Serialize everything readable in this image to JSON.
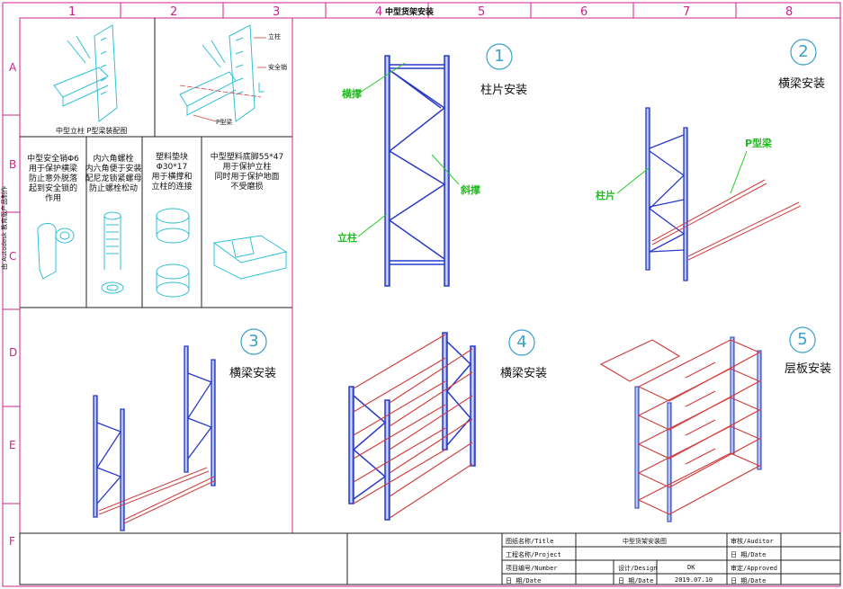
{
  "grid": {
    "columns": [
      "1",
      "2",
      "3",
      "4",
      "5",
      "6",
      "7",
      "8"
    ],
    "rows": [
      "A",
      "B",
      "C",
      "D",
      "E",
      "F"
    ]
  },
  "header_fragment": "中型货架安装",
  "vertical_label": "由 Autodesk 教育版产品制作",
  "top_left_panel": {
    "caption": "中型立柱  P型梁装配图",
    "labels": {
      "upright": "立柱",
      "safety_pin": "安全销",
      "p_beam": "P型梁"
    }
  },
  "parts": [
    {
      "lines": [
        "中型安全销Φ6",
        "用于保护横梁",
        "防止意外脱落",
        "起到安全锁的",
        "作用"
      ]
    },
    {
      "lines": [
        "内六角螺栓",
        "内六角便于安装",
        "配尼龙锁紧螺母",
        "防止螺栓松动"
      ]
    },
    {
      "lines": [
        "塑料垫块",
        "Φ30*17",
        "用于横撑和",
        "立柱的连接"
      ]
    },
    {
      "lines": [
        "中型塑料底脚55*47",
        "用于保护立柱",
        "同时用于保护地面",
        "不受磨损"
      ]
    }
  ],
  "steps": [
    {
      "num": "1",
      "title": "柱片安装"
    },
    {
      "num": "2",
      "title": "横梁安装"
    },
    {
      "num": "3",
      "title": "横梁安装"
    },
    {
      "num": "4",
      "title": "横梁安装"
    },
    {
      "num": "5",
      "title": "层板安装"
    }
  ],
  "callouts": {
    "step1": {
      "cross_brace": "横撑",
      "diagonal_brace": "斜撑",
      "upright": "立柱"
    },
    "step2": {
      "p_beam": "P型梁",
      "frame": "柱片"
    }
  },
  "title_block": {
    "drawing_name_label": "图纸名称/Title",
    "drawing_name_value": "中型货架安装图",
    "auditor_label": "审核/Auditor",
    "project_label": "工程名称/Project",
    "date_label": "日 期/Date",
    "number_label": "项目编号/Number",
    "design_label": "设计/Design",
    "design_value": "DK",
    "approved_label": "审定/Approved",
    "date_value": "2019.07.10"
  },
  "colors": {
    "frame_border": "#d0208f",
    "rack_blue": "#2a3ac8",
    "beam_red": "#d04040",
    "callout_green": "#22bb22",
    "leader_green": "#22cc22"
  }
}
